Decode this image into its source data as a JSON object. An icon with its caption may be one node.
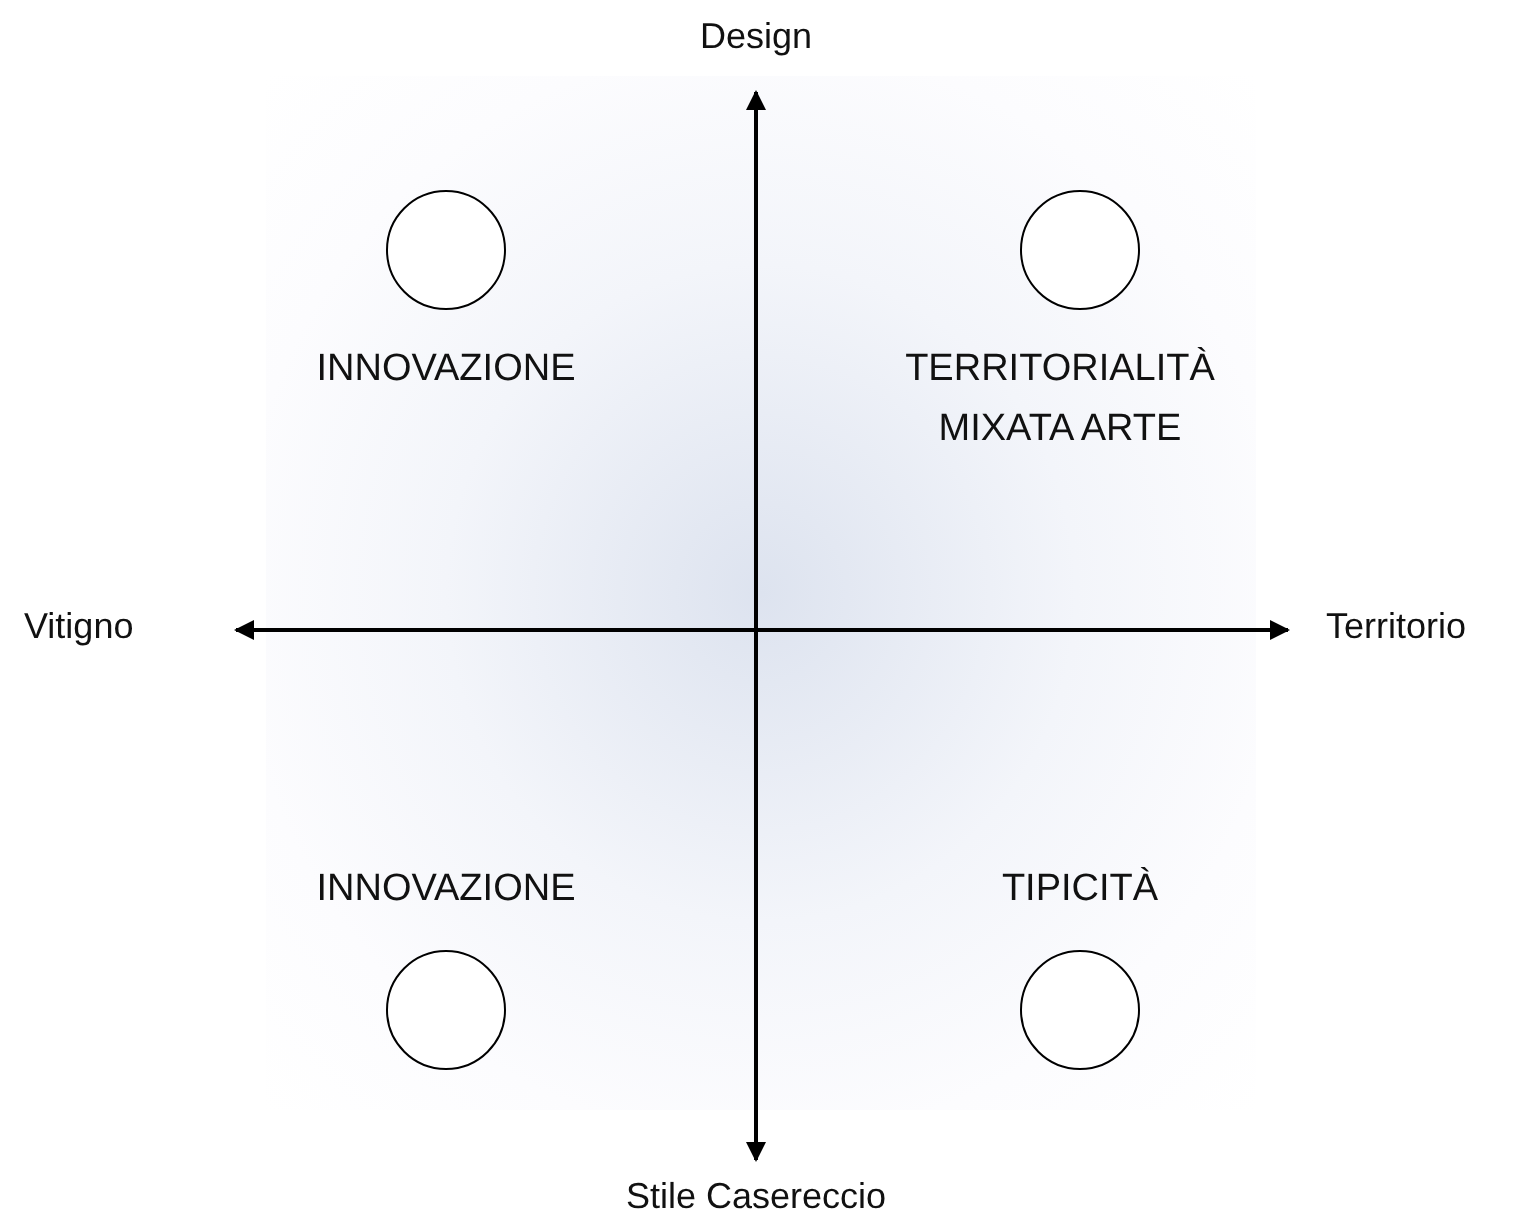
{
  "diagram": {
    "nodes": [
      {
        "text": [],
        "shape": "circle",
        "beside": [
          "INNOVAZIONE"
        ]
      },
      {
        "text": [],
        "shape": "circle",
        "beside": [
          "TERRITORIALITÀ MIXATA ARTE"
        ]
      },
      {
        "text": [],
        "shape": "circle",
        "beside": [
          "INNOVAZIONE"
        ]
      },
      {
        "text": [],
        "shape": "circle",
        "beside": [
          "TIPICITÀ"
        ]
      }
    ],
    "edges": [],
    "labels": [
      "Design",
      "Vitigno",
      "Territorio",
      "Stile Casereccio"
    ]
  }
}
